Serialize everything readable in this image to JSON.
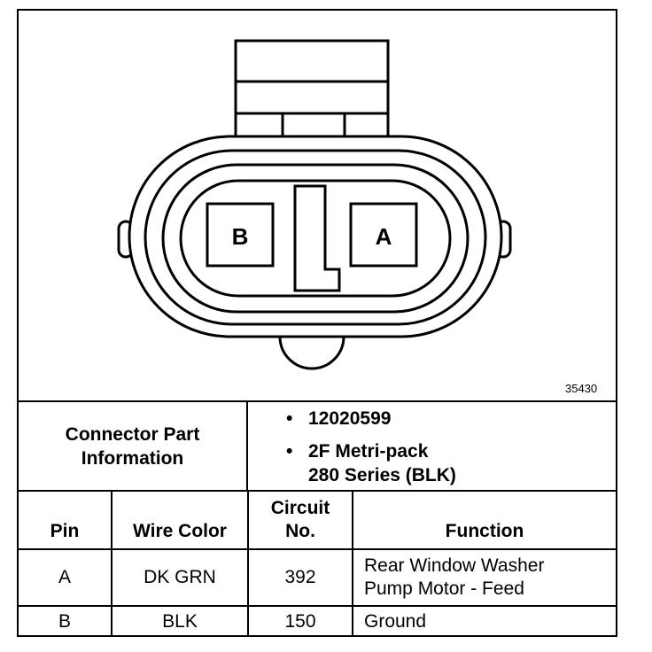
{
  "figure_number": "35430",
  "connector": {
    "pin_labels": [
      "B",
      "A"
    ]
  },
  "part_info": {
    "label_line1": "Connector Part",
    "label_line2": "Information",
    "part_number": "12020599",
    "desc_line1": "2F Metri-pack",
    "desc_line2": "280 Series (BLK)",
    "bullet": "•"
  },
  "table": {
    "headers": {
      "pin": "Pin",
      "wire_color": "Wire Color",
      "circuit_line1": "Circuit",
      "circuit_line2": "No.",
      "function": "Function"
    },
    "rows": [
      {
        "pin": "A",
        "wire_color": "DK GRN",
        "circuit": "392",
        "function_line1": "Rear Window Washer",
        "function_line2": "Pump Motor - Feed"
      },
      {
        "pin": "B",
        "wire_color": "BLK",
        "circuit": "150",
        "function_line1": "Ground",
        "function_line2": ""
      }
    ]
  }
}
